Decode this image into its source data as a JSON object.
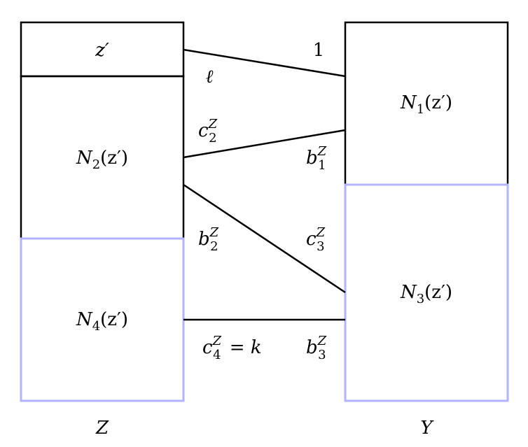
{
  "colors": {
    "black": "#000000",
    "lavender": "#b3b3ff"
  },
  "z_column": {
    "label": "Z",
    "top_box": "z′",
    "n2": {
      "base": "N",
      "sub": "2",
      "arg": "(z′)"
    },
    "n4": {
      "base": "N",
      "sub": "4",
      "arg": "(z′)"
    }
  },
  "y_column": {
    "label": "Y",
    "n1": {
      "base": "N",
      "sub": "1",
      "arg": "(z′)"
    },
    "n3": {
      "base": "N",
      "sub": "3",
      "arg": "(z′)"
    }
  },
  "edge_labels": {
    "one": "1",
    "ell": "ℓ",
    "c2": {
      "base": "c",
      "sub": "2",
      "sup": "Z"
    },
    "b1": {
      "base": "b",
      "sub": "1",
      "sup": "Z"
    },
    "b2": {
      "base": "b",
      "sub": "2",
      "sup": "Z"
    },
    "c3": {
      "base": "c",
      "sub": "3",
      "sup": "Z"
    },
    "c4": {
      "base": "c",
      "sub": "4",
      "sup": "Z",
      "suffix": " = k"
    },
    "b3": {
      "base": "b",
      "sub": "3",
      "sup": "Z"
    }
  }
}
